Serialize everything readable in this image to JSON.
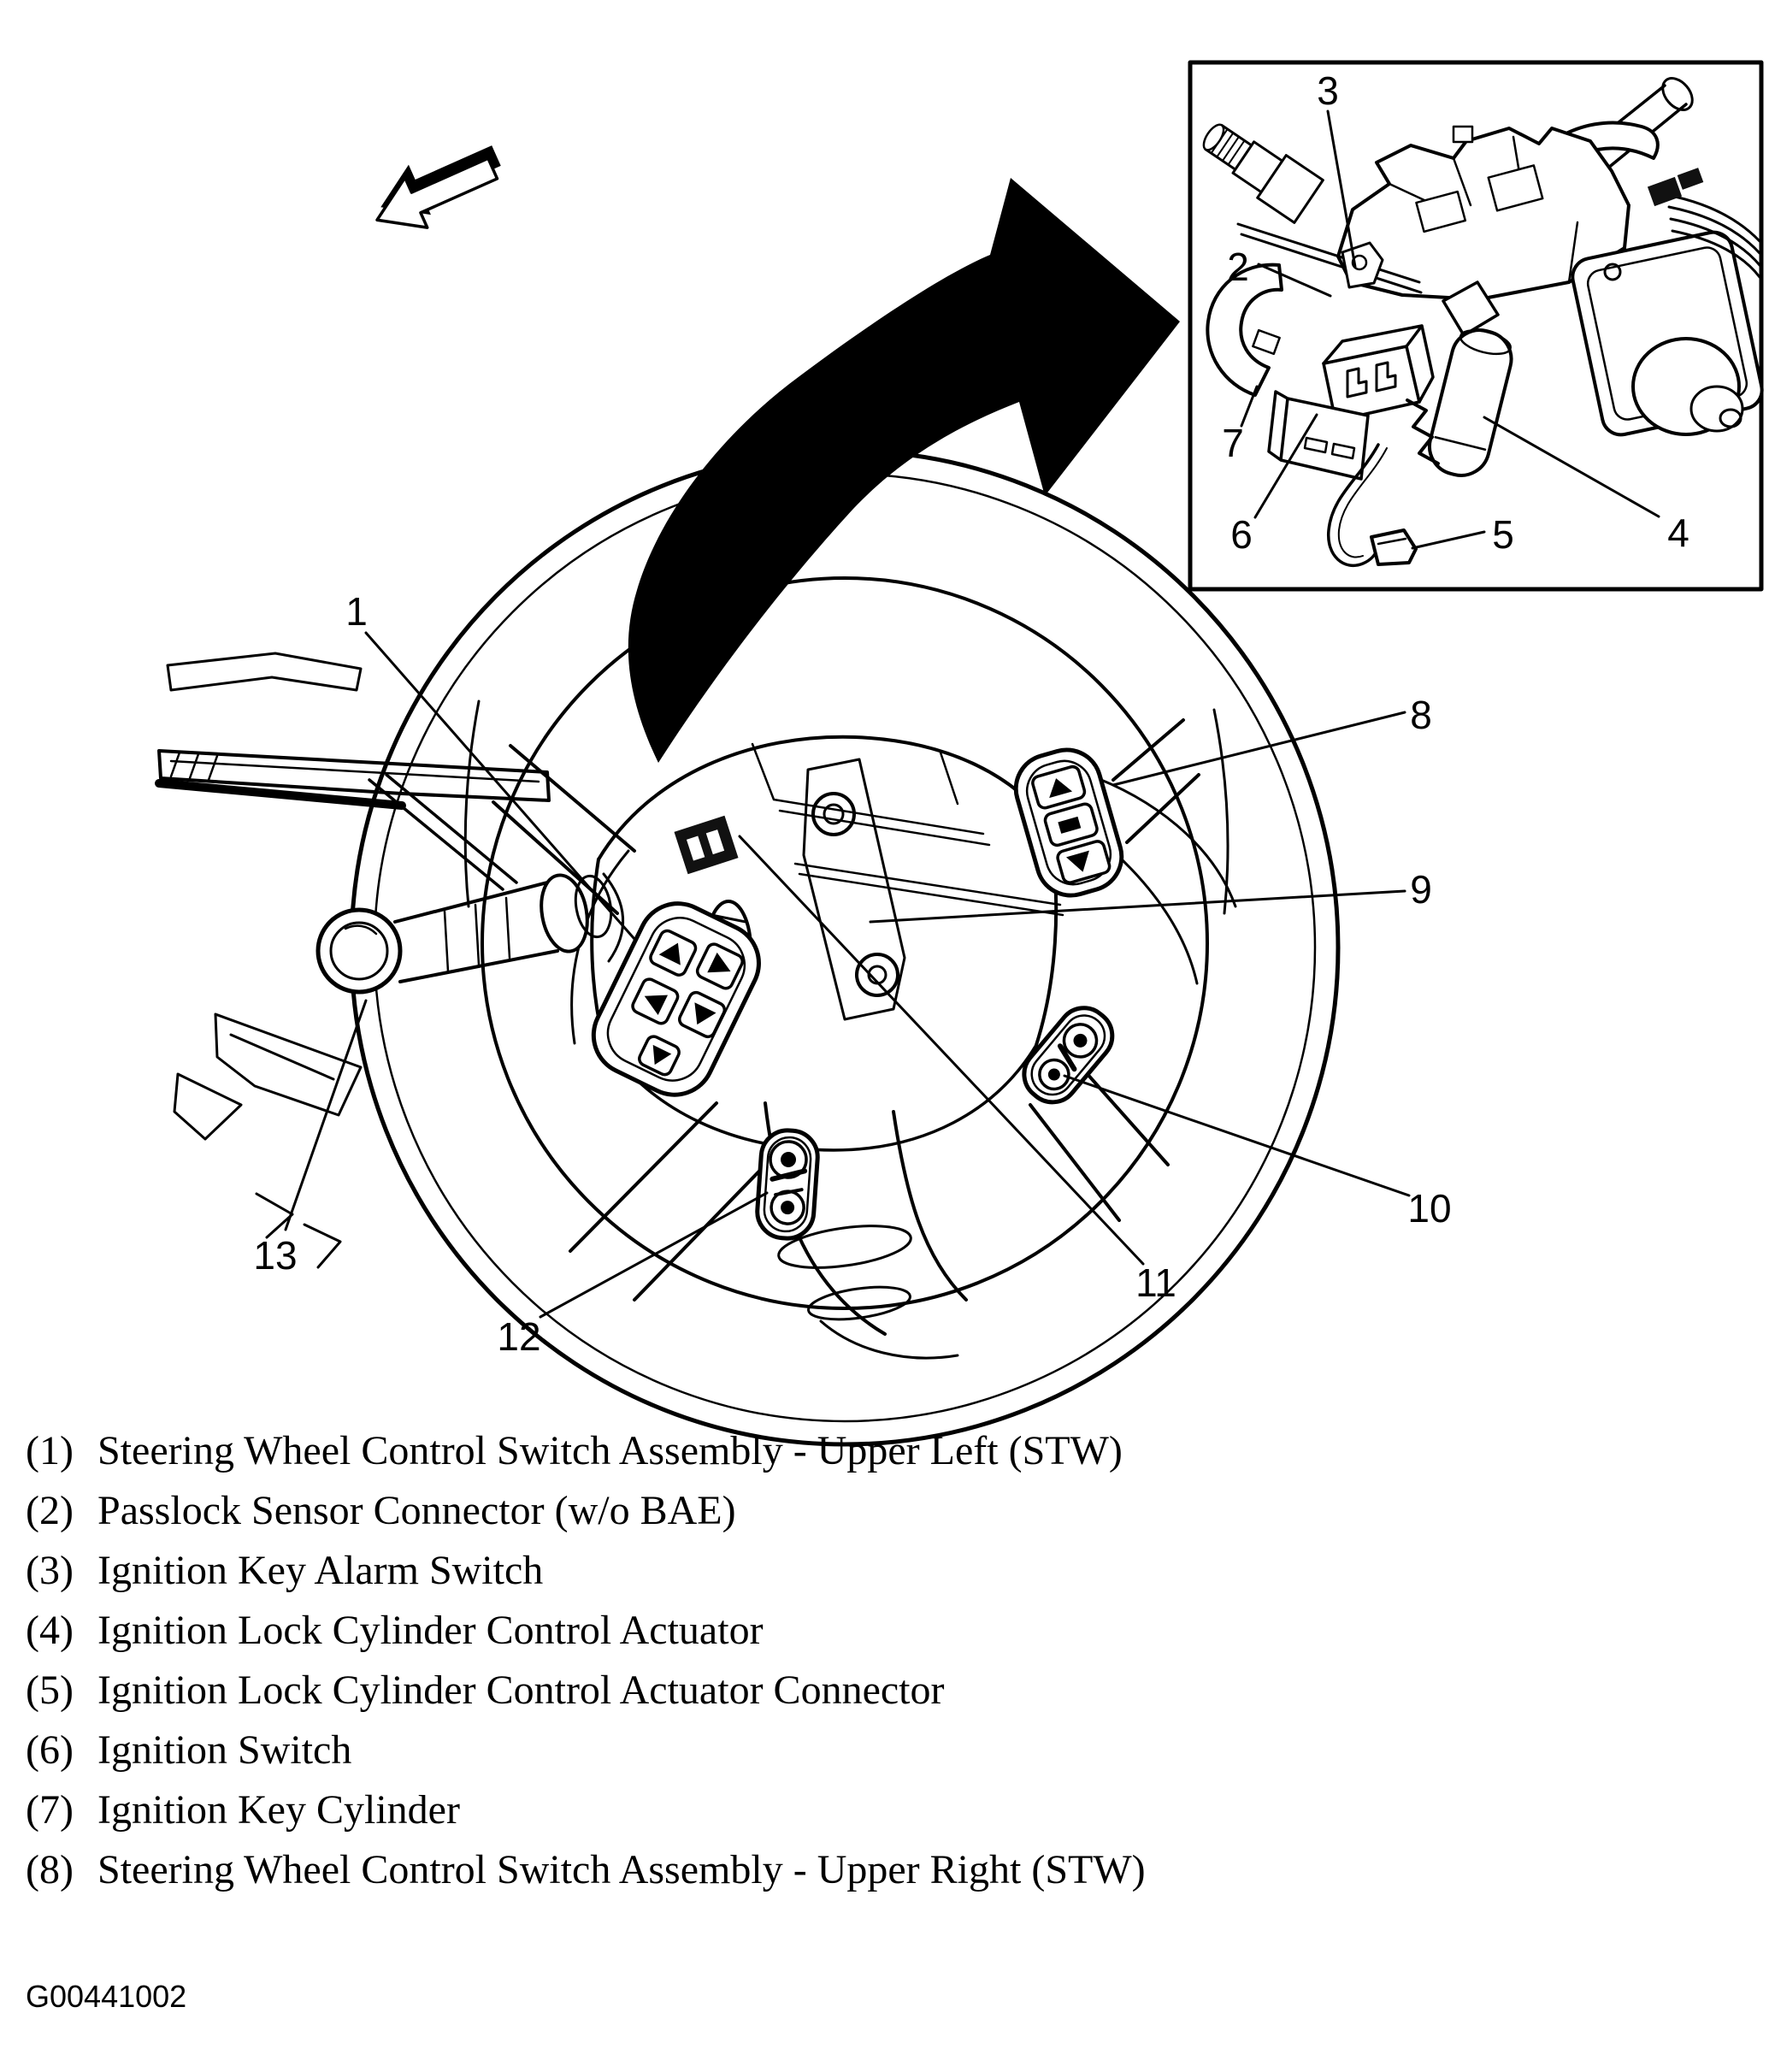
{
  "figure": {
    "code": "G00441002"
  },
  "colors": {
    "ink": "#000000",
    "paper": "#ffffff"
  },
  "legend": {
    "items": [
      {
        "num": "(1)",
        "text": "Steering Wheel Control Switch Assembly - Upper Left (STW)"
      },
      {
        "num": "(2)",
        "text": "Passlock Sensor Connector (w/o BAE)"
      },
      {
        "num": "(3)",
        "text": "Ignition Key Alarm Switch"
      },
      {
        "num": "(4)",
        "text": "Ignition Lock Cylinder Control Actuator"
      },
      {
        "num": "(5)",
        "text": "Ignition Lock Cylinder Control Actuator Connector"
      },
      {
        "num": "(6)",
        "text": "Ignition Switch"
      },
      {
        "num": "(7)",
        "text": "Ignition Key Cylinder"
      },
      {
        "num": "(8)",
        "text": "Steering Wheel Control Switch Assembly - Upper Right (STW)"
      }
    ]
  },
  "callouts": {
    "main": [
      {
        "label": "1"
      },
      {
        "label": "8"
      },
      {
        "label": "9"
      },
      {
        "label": "10"
      },
      {
        "label": "11"
      },
      {
        "label": "12"
      },
      {
        "label": "13"
      }
    ],
    "inset": [
      {
        "label": "2"
      },
      {
        "label": "3"
      },
      {
        "label": "4"
      },
      {
        "label": "5"
      },
      {
        "label": "6"
      },
      {
        "label": "7"
      }
    ]
  }
}
